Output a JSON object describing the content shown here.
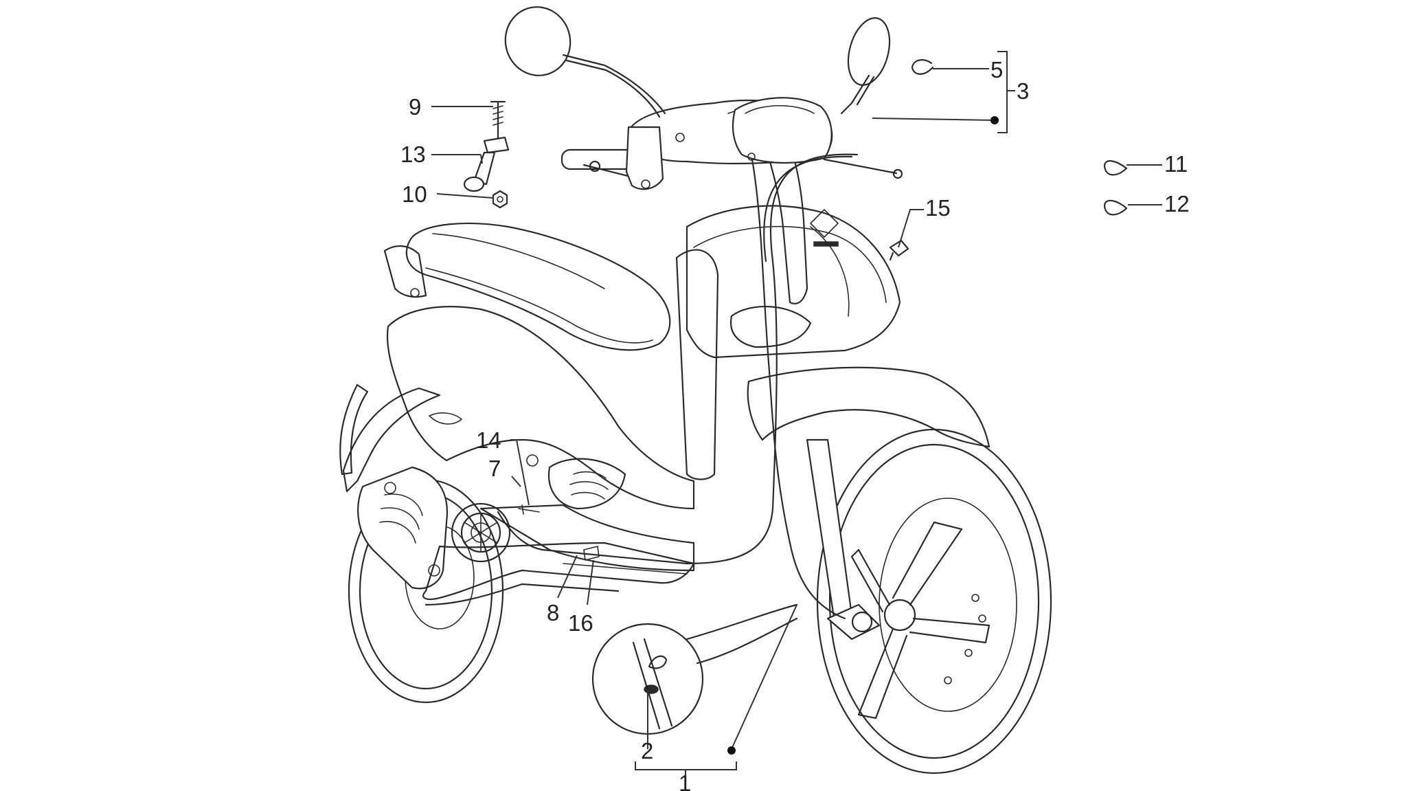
{
  "diagram": {
    "callouts": [
      {
        "id": "c1",
        "label": "1"
      },
      {
        "id": "c2",
        "label": "2"
      },
      {
        "id": "c3",
        "label": "3"
      },
      {
        "id": "c5",
        "label": "5"
      },
      {
        "id": "c7",
        "label": "7"
      },
      {
        "id": "c8",
        "label": "8"
      },
      {
        "id": "c9",
        "label": "9"
      },
      {
        "id": "c10",
        "label": "10"
      },
      {
        "id": "c11",
        "label": "11"
      },
      {
        "id": "c12",
        "label": "12"
      },
      {
        "id": "c13",
        "label": "13"
      },
      {
        "id": "c14",
        "label": "14"
      },
      {
        "id": "c15",
        "label": "15"
      },
      {
        "id": "c16",
        "label": "16"
      }
    ]
  }
}
